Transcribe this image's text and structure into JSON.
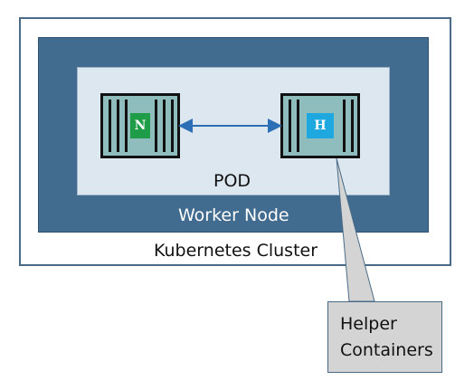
{
  "labels": {
    "pod": "POD",
    "worker_node": "Worker Node",
    "cluster": "Kubernetes Cluster"
  },
  "containers": {
    "n_badge": "N",
    "h_badge": "H"
  },
  "callout": {
    "line1": "Helper",
    "line2": "Containers"
  },
  "colors": {
    "worker_node": "#416b8f",
    "pod": "#dde7ef",
    "container": "#8fbcbc",
    "badge_n": "#1e9c47",
    "badge_h": "#1fa8e0",
    "arrow": "#2d6fb5",
    "callout": "#d4d4d4"
  }
}
